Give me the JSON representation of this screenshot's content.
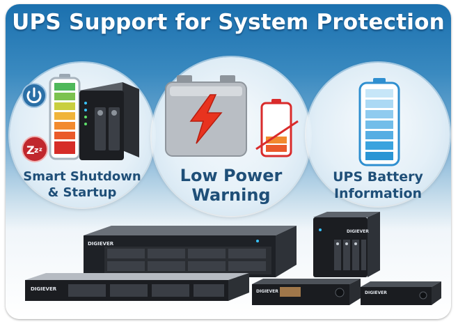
{
  "title": "UPS Support for System Protection",
  "features": [
    {
      "line1": "Smart Shutdown",
      "line2": "& Startup"
    },
    {
      "line1": "Low Power",
      "line2": "Warning"
    },
    {
      "line1": "UPS Battery",
      "line2": "Information"
    }
  ],
  "icons": {
    "sleep_text": "Zzz",
    "device_brand": "DIGIEVER"
  },
  "colors": {
    "accent_blue": "#1b70ae",
    "warning_red": "#d92b2b",
    "battery_blue": "#3aa3de"
  }
}
